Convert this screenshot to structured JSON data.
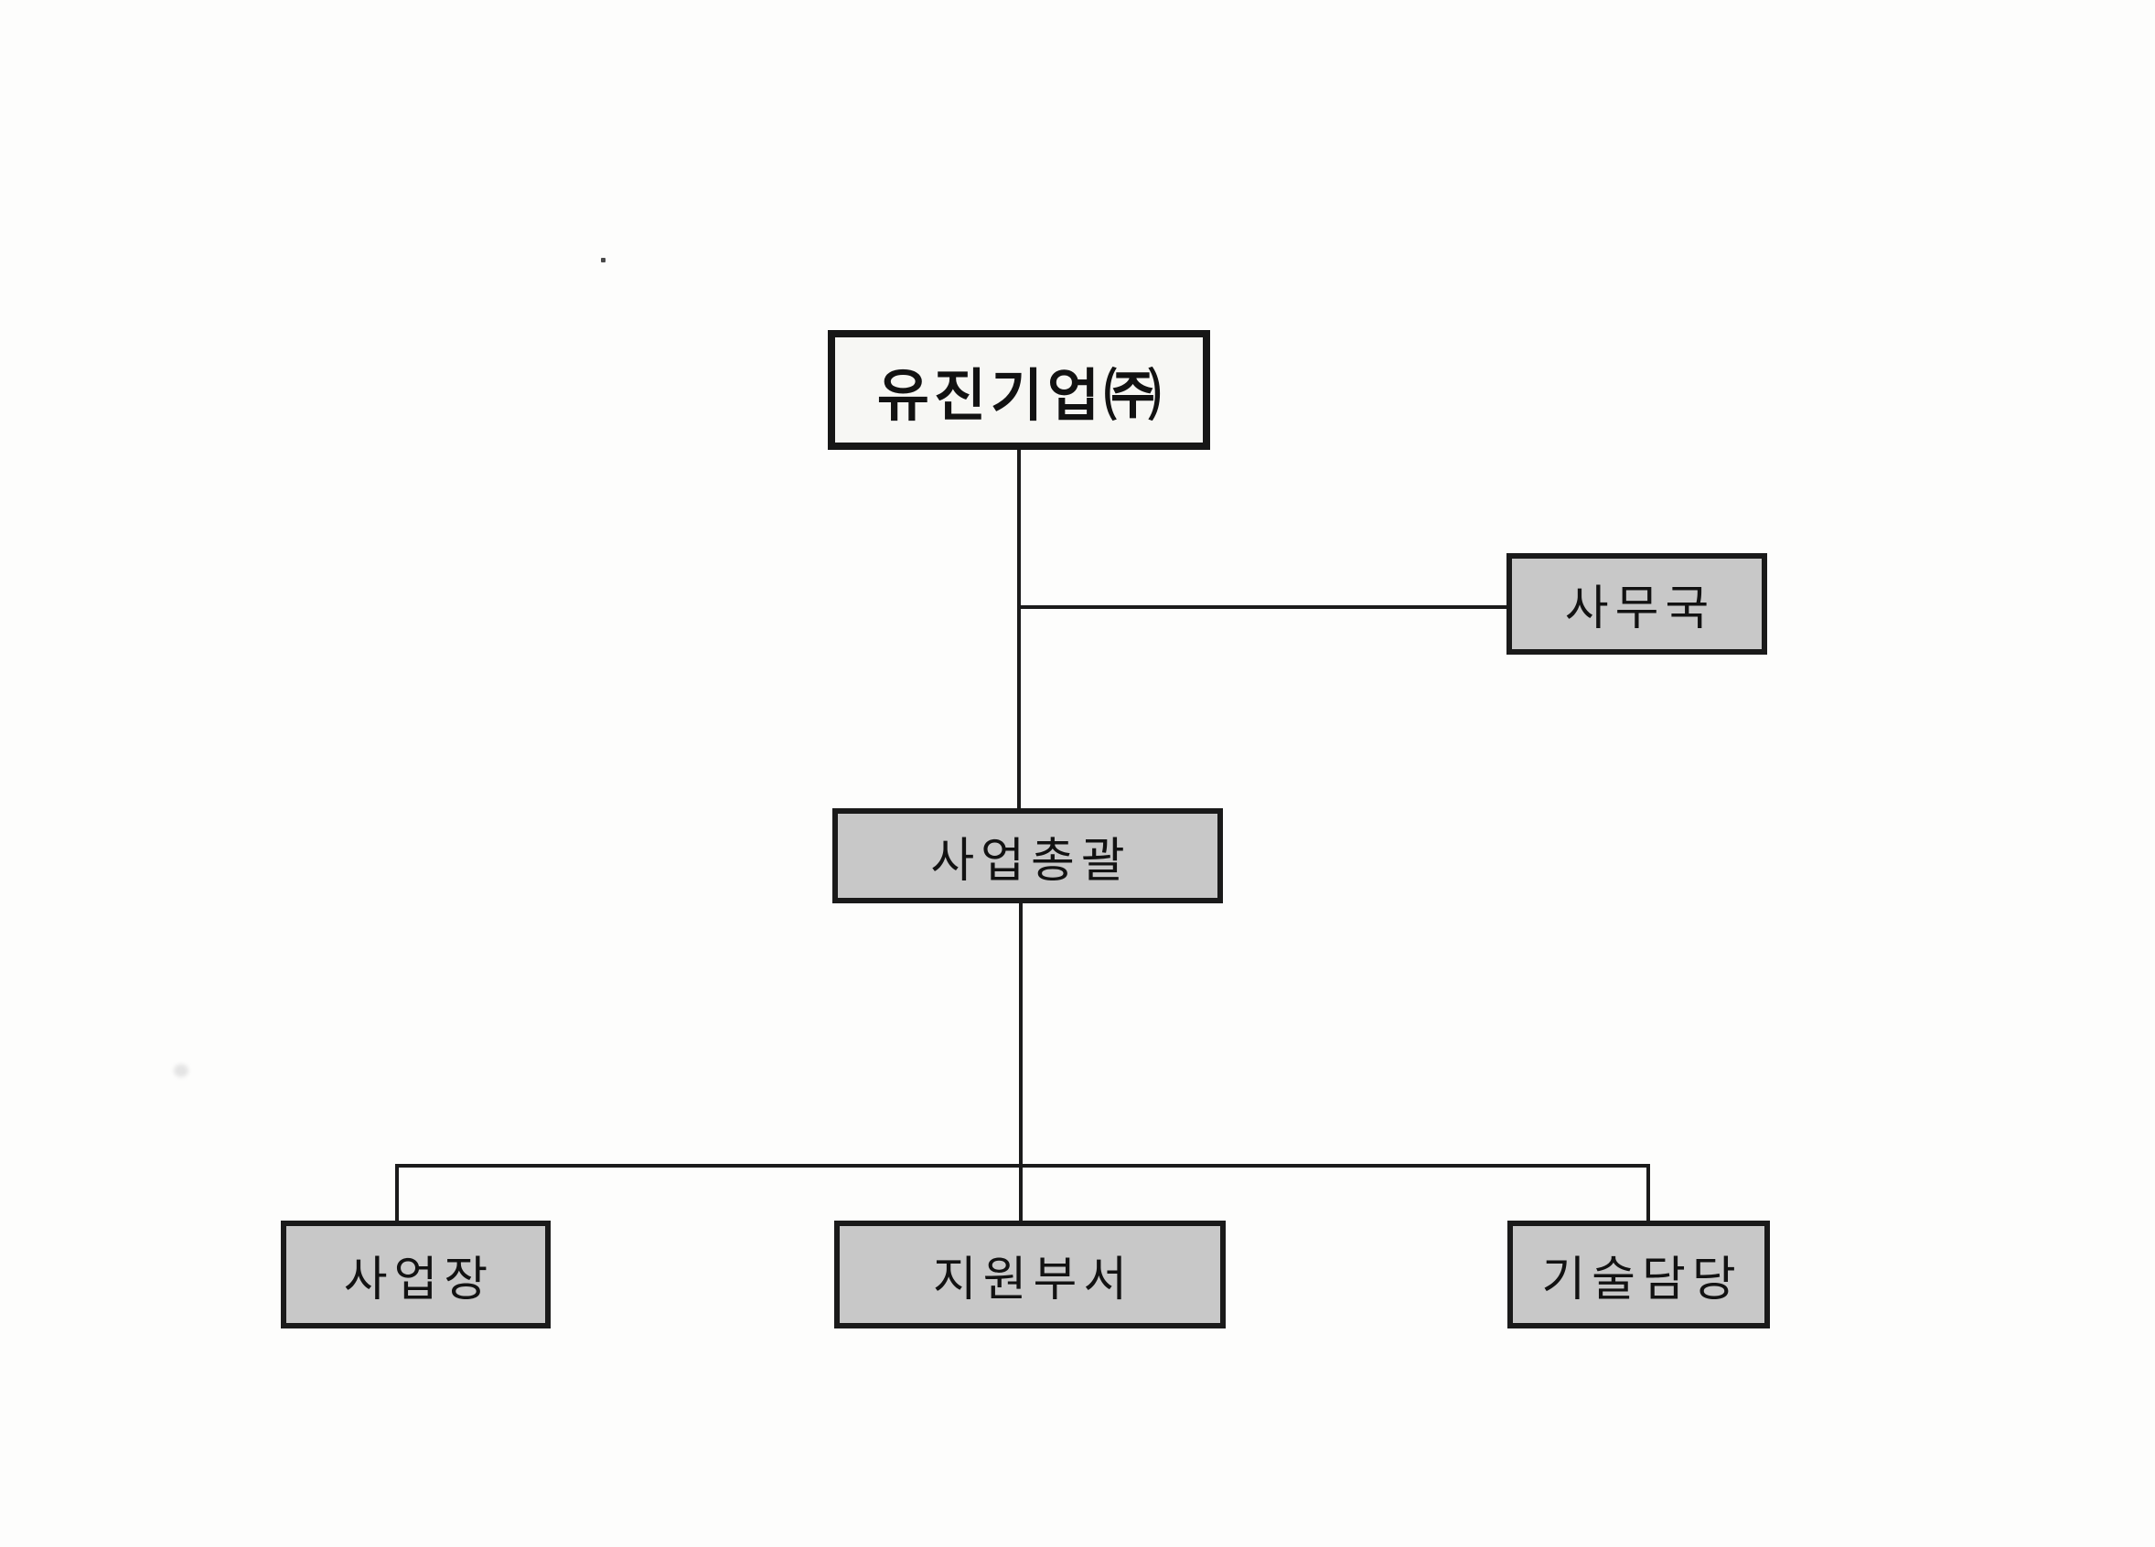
{
  "diagram": {
    "type": "org-chart",
    "nodes": {
      "company": {
        "label": "유진기업㈜",
        "level": 0
      },
      "secretariat": {
        "label": "사무국",
        "level": 1,
        "attached": "side-branch"
      },
      "general": {
        "label": "사업총괄",
        "level": 1
      },
      "children": [
        {
          "label": "사업장"
        },
        {
          "label": "지원부서"
        },
        {
          "label": "기술담당"
        }
      ]
    },
    "colors": {
      "background": "#fdfdfc",
      "root_box_fill": "#f7f7f4",
      "department_box_fill": "#c8c8c8",
      "box_border": "#1a1a1a",
      "connector_line": "#1b1b1b",
      "text": "#121212"
    }
  }
}
